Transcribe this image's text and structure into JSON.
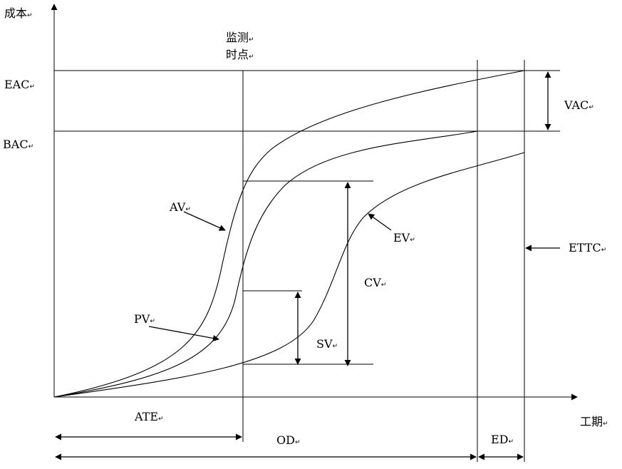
{
  "axes": {
    "y_label": "成本",
    "x_label": "工期"
  },
  "levels": {
    "eac": "EAC",
    "bac": "BAC"
  },
  "monitoring_point": {
    "line1": "监测",
    "line2": "时点"
  },
  "curves": {
    "av": "AV",
    "pv": "PV",
    "ev": "EV"
  },
  "variances": {
    "vac": "VAC",
    "cv": "CV",
    "sv": "SV",
    "ettc": "ETTC"
  },
  "durations": {
    "ate": "ATE",
    "od": "OD",
    "ed": "ED"
  },
  "paragraph_mark": "↵"
}
